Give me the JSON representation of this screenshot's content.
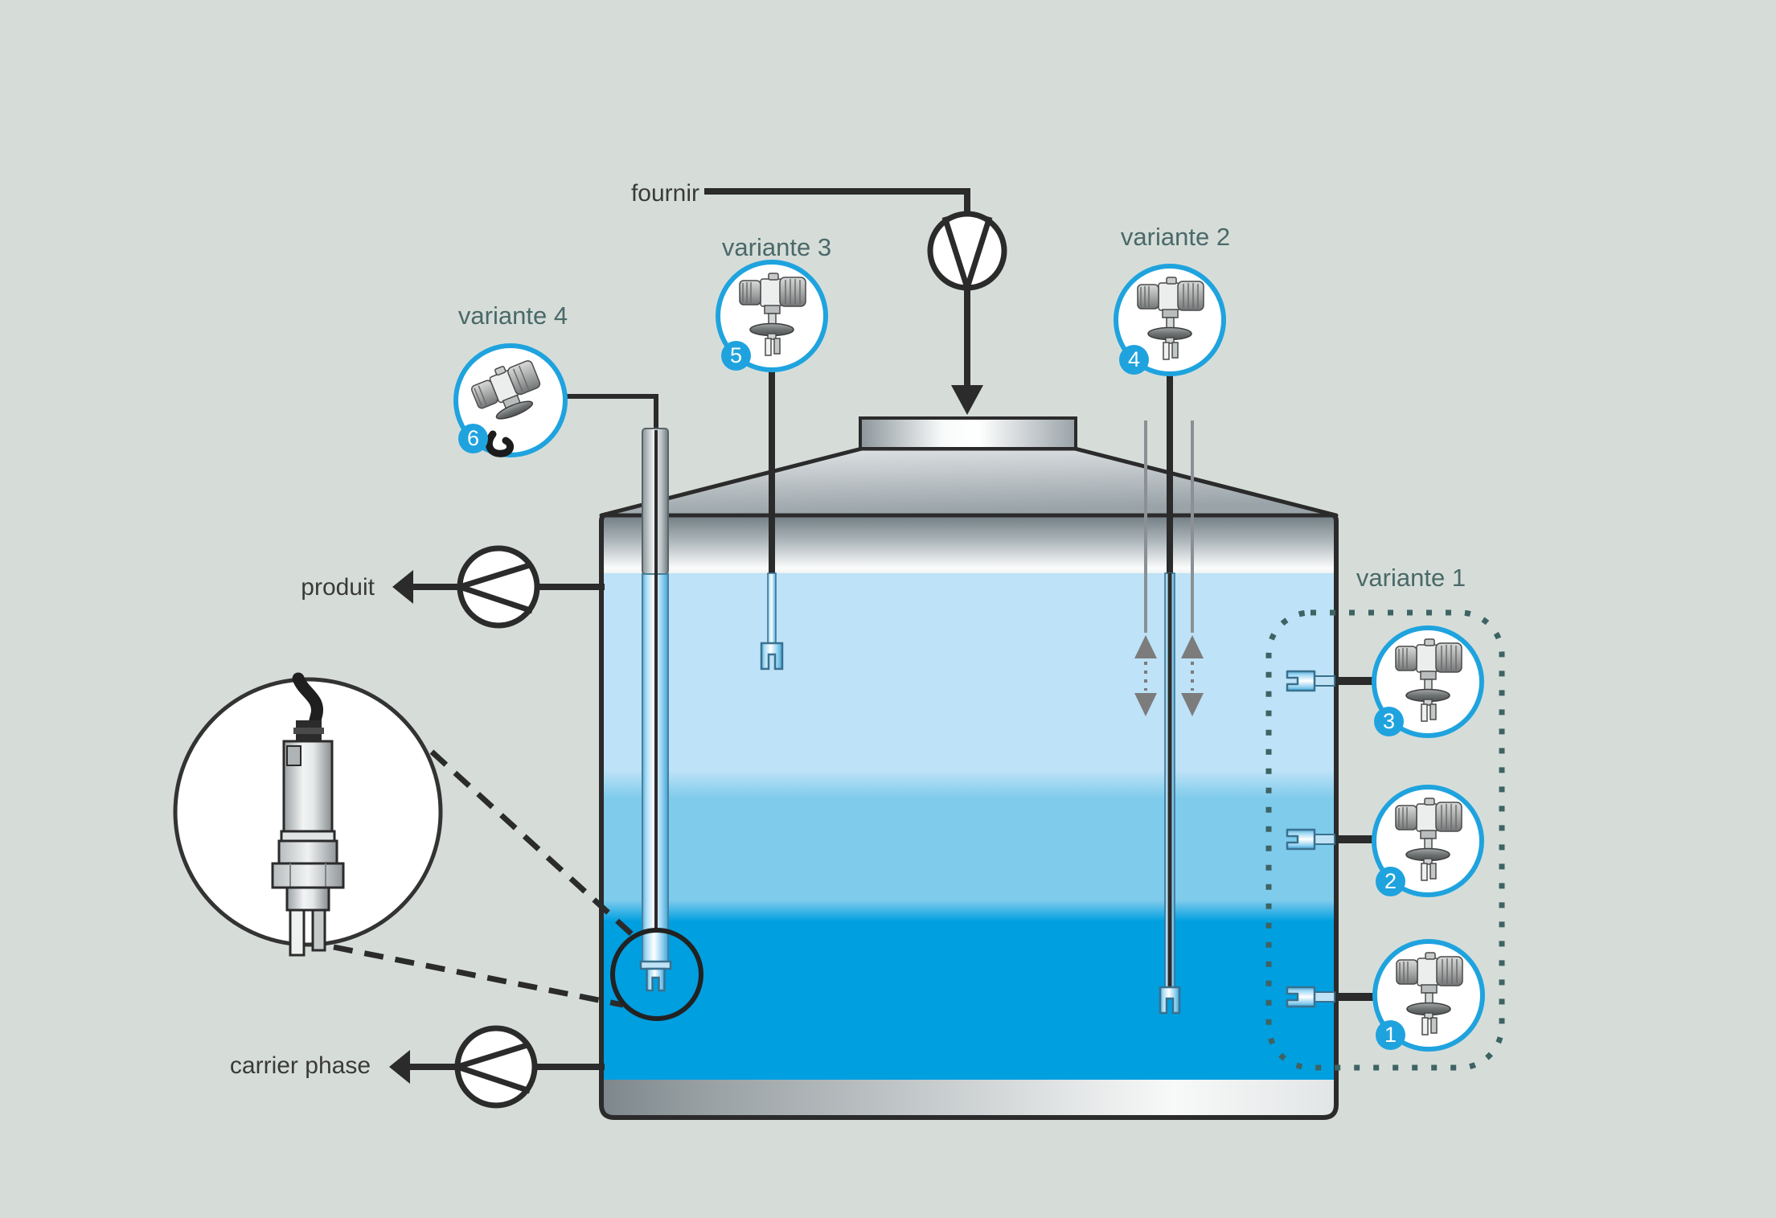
{
  "diagram": {
    "background_color": "#D6DDD9",
    "accent_blue": "#1FA3DE",
    "variant_label_color": "#4A6968",
    "text_color": "#3A3A39",
    "flow_labels": {
      "supply": "fournir",
      "product": "produit",
      "carrier": "carrier phase"
    },
    "variants": [
      {
        "label": "variante 1",
        "badges": [
          "3",
          "2",
          "1"
        ]
      },
      {
        "label": "variante 2",
        "badge": "4"
      },
      {
        "label": "variante 3",
        "badge": "5"
      },
      {
        "label": "variante 4",
        "badge": "6"
      }
    ],
    "tank": {
      "liquid_layer_colors": [
        "#BEE2F7",
        "#7FCBEC",
        "#009FE0"
      ]
    }
  }
}
